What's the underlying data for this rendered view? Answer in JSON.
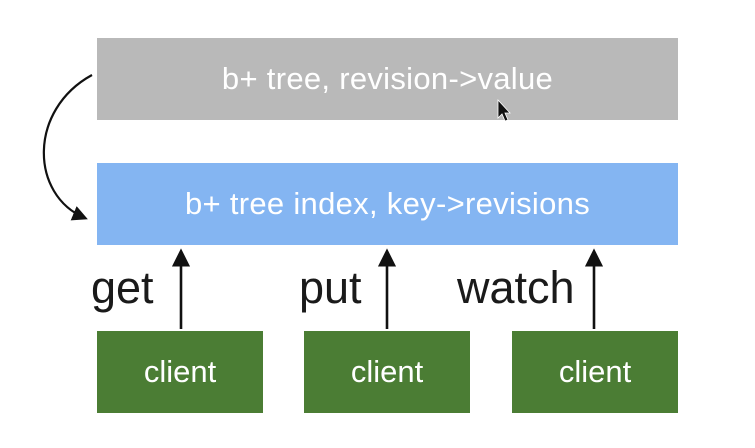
{
  "storage": {
    "label": "b+ tree, revision->value"
  },
  "index": {
    "label": "b+ tree index, key->revisions"
  },
  "operations": [
    {
      "label": "get"
    },
    {
      "label": "put"
    },
    {
      "label": "watch"
    }
  ],
  "clients": [
    {
      "label": "client"
    },
    {
      "label": "client"
    },
    {
      "label": "client"
    }
  ],
  "colors": {
    "storage": "#b9b9b9",
    "index": "#84b5f2",
    "client": "#4b7d34",
    "arrow": "#111111"
  }
}
